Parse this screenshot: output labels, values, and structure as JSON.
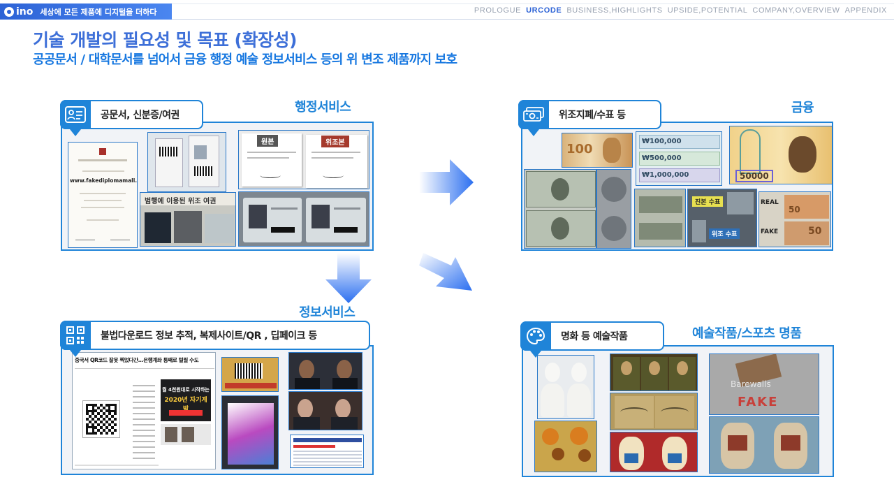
{
  "header": {
    "logo_text": "ino",
    "slogan": "세상에 모든 제품에 디지털을 더하다",
    "nav": [
      "PROLOGUE",
      "URCODE",
      "BUSINESS,HIGHLIGHTS",
      "UPSIDE,POTENTIAL",
      "COMPANY,OVERVIEW",
      "APPENDIX"
    ],
    "active_nav": "URCODE"
  },
  "title": "기술 개발의 필요성 및 목표 (확장성)",
  "subtitle": "공공문서 / 대학문서를 넘어서 금융 행정 예술 정보서비스 등의 위 변조 제품까지 보호",
  "sections": {
    "admin": {
      "category": "행정서비스",
      "tag": "공문서, 신분증/여권",
      "icon": "id-card-icon",
      "captions": {
        "diploma_url": "www.fakediplomamall.com",
        "passport": "범행에 이용된 위조 여권",
        "original": "원본",
        "forged": "위조본"
      }
    },
    "finance": {
      "category": "금융",
      "tag": "위조지폐/수표 등",
      "icon": "banknote-icon",
      "captions": {
        "genuine_check": "진본 수표",
        "forged_check": "위조 수표",
        "real": "REAL",
        "fake": "FAKE",
        "won_50000": "50000"
      }
    },
    "info": {
      "category": "정보서비스",
      "tag": "불법다운로드 정보 추적, 복제사이트/QR , 딥페이크 등",
      "icon": "qr-code-icon",
      "captions": {
        "news_headline": "중국서 QR코드 잘못 찍었다간...은행계좌 통째로 털릴 수도",
        "ad_line1": "월 4천원대로 시작하는",
        "ad_line2": "2020년 자기계발"
      }
    },
    "art": {
      "category": "예술작품/스포츠 명품",
      "tag": "명화 등 예술작품",
      "icon": "palette-icon",
      "captions": {
        "stamp": "FAKE",
        "watermark": "Barewalls"
      }
    }
  },
  "colors": {
    "accent": "#1f84d8",
    "title": "#3d6fd8",
    "panel_bg": "#f1f3f7"
  }
}
